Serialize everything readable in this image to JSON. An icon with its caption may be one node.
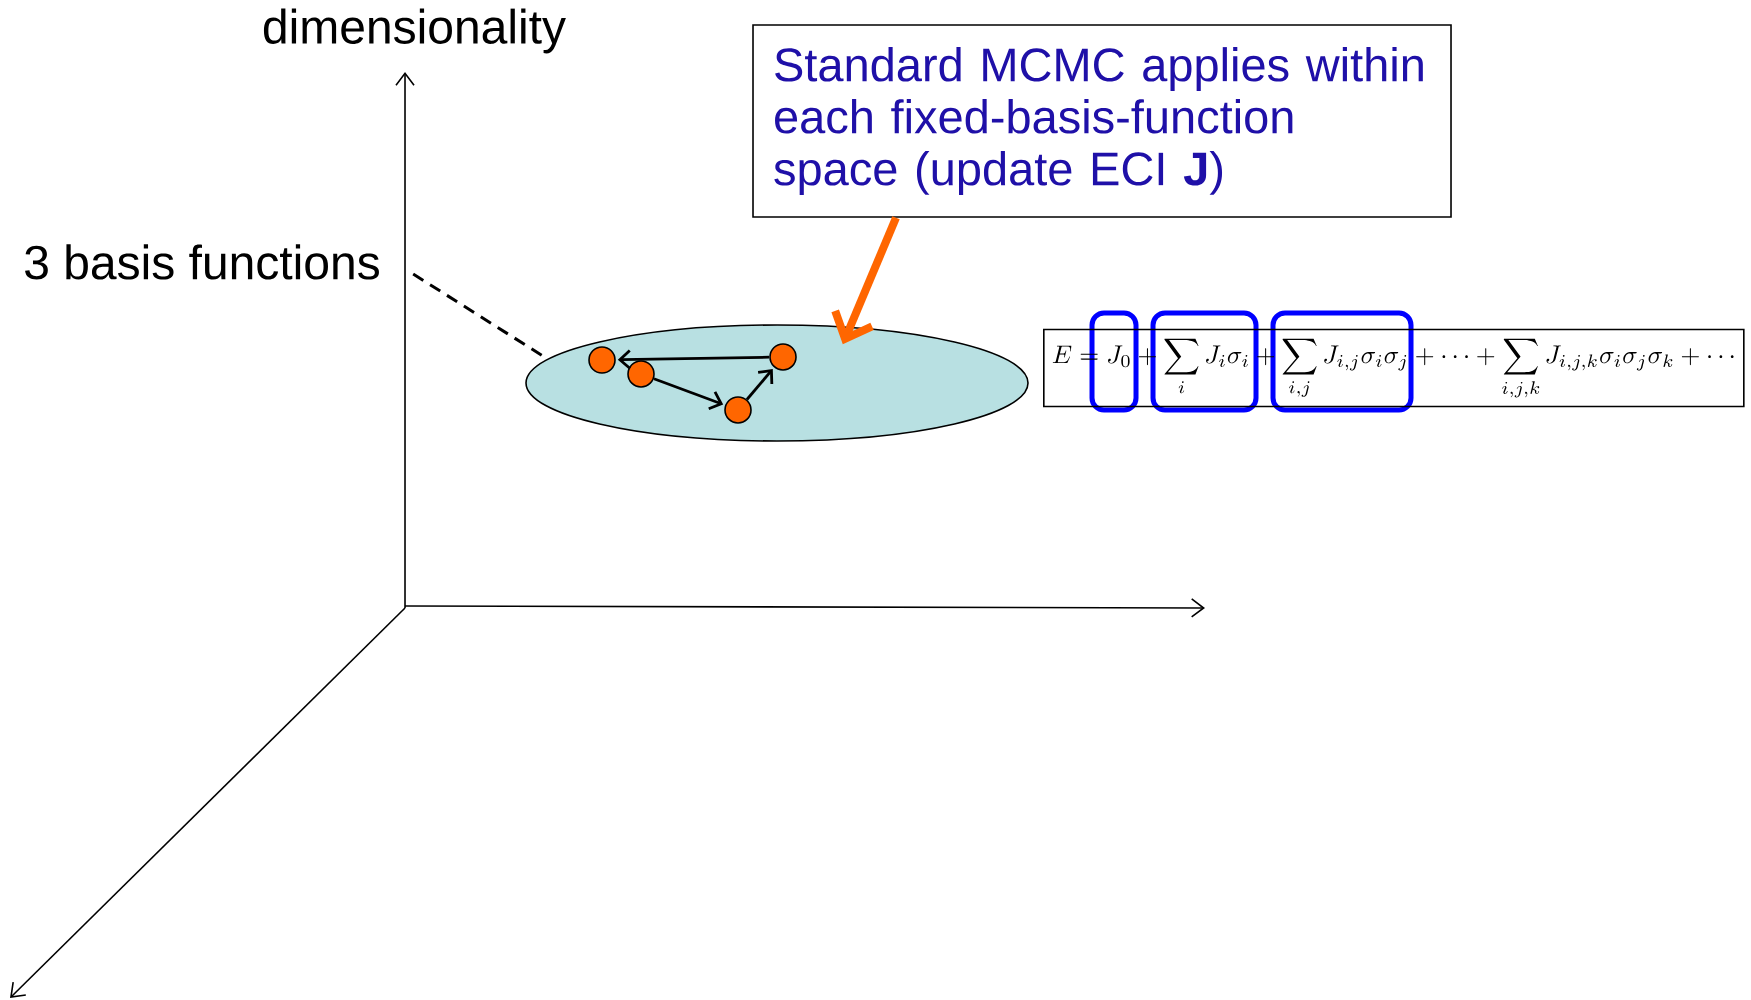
{
  "diagram": {
    "nodes": [
      {
        "text": [
          "Standard MCMC applies within each fixed-basis-function space (update ECI **J**)"
        ]
      },
      {
        "text": [
          "3 basis functions"
        ]
      },
      {
        "text": [],
        "shape": "ellipse"
      },
      {
        "text": [],
        "shape": "circle",
        "in": 2
      },
      {
        "text": [],
        "shape": "circle",
        "in": 2
      },
      {
        "text": [],
        "shape": "circle",
        "in": 2
      },
      {
        "text": [],
        "shape": "circle",
        "in": 2
      },
      {
        "text": [
          "E = J_0 + \\sum_i J_i\\sigma_i + \\sum_{i,j} J_{i,j}\\sigma_i\\sigma_j + \\cdots + \\sum_{i,j,k} J_{i,j,k}\\sigma_i\\sigma_j\\sigma_k + \\cdots"
        ]
      }
    ],
    "edges": [
      {
        "from": 0,
        "to": 2,
        "arrow": "to",
        "style": "thick",
        "color": "#ff6600"
      },
      {
        "from": 1,
        "to": 2,
        "arrow": "none",
        "style": "dashed"
      },
      {
        "from": 6,
        "to": 3,
        "arrow": "to"
      },
      {
        "from": 4,
        "to": 5,
        "arrow": "to"
      },
      {
        "from": 5,
        "to": 6,
        "arrow": "to"
      }
    ],
    "labels": [
      "dimensionality"
    ]
  }
}
